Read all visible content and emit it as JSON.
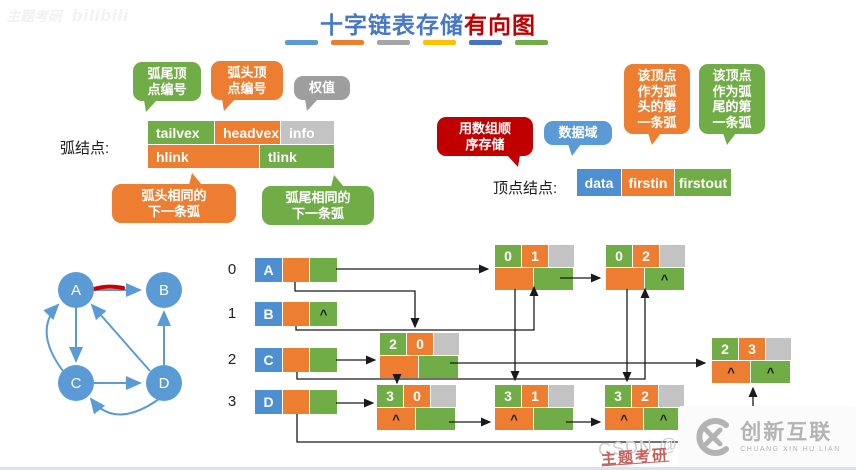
{
  "title": {
    "part1": "十字链表存储",
    "part2": "有向图"
  },
  "legend_bars": [
    "#5B9BD5",
    "#ED7D31",
    "#A5A5A5",
    "#FFC000",
    "#4472C4",
    "#70AD47"
  ],
  "colors": {
    "green": "#70AD47",
    "orange": "#ED7D31",
    "gray": "#C3C3C3",
    "graybubble": "#9E9E9E",
    "blue": "#4D8FD1",
    "nodeblue": "#5B9BD5",
    "red": "#C00000",
    "titleblue": "#4677C8",
    "line": "#1a1a1a"
  },
  "callouts": {
    "tail_vertex": "弧尾顶\n点编号",
    "head_vertex": "弧头顶\n点编号",
    "weight": "权值",
    "same_head_next": "弧头相同的\n下一条弧",
    "same_tail_next": "弧尾相同的\n下一条弧",
    "array_order": "用数组顺\n序存储",
    "data_field": "数据域",
    "first_arc_as_head": "该顶点\n作为弧\n头的第\n一条弧",
    "first_arc_as_tail": "该顶点\n作为弧\n尾的第\n一条弧"
  },
  "arc_node": {
    "label": "弧结点:",
    "tailvex": "tailvex",
    "headvex": "headvex",
    "info": "info",
    "hlink": "hlink",
    "tlink": "tlink"
  },
  "vertex_node": {
    "label": "顶点结点:",
    "data": "data",
    "firstin": "firstin",
    "firstout": "firstout"
  },
  "graph": {
    "nodes": [
      {
        "label": "A"
      },
      {
        "label": "B"
      },
      {
        "label": "C"
      },
      {
        "label": "D"
      }
    ]
  },
  "list": {
    "rows": [
      {
        "index": "0",
        "data": "A",
        "firstin": "",
        "firstout": ""
      },
      {
        "index": "1",
        "data": "B",
        "firstin": "",
        "firstout": "^"
      },
      {
        "index": "2",
        "data": "C",
        "firstin": "",
        "firstout": ""
      },
      {
        "index": "3",
        "data": "D",
        "firstin": "",
        "firstout": ""
      }
    ],
    "arcs": [
      {
        "tailvex": "0",
        "headvex": "1",
        "info": "",
        "hlink": "",
        "tlink": ""
      },
      {
        "tailvex": "0",
        "headvex": "2",
        "info": "",
        "hlink": "",
        "tlink": "^"
      },
      {
        "tailvex": "2",
        "headvex": "0",
        "info": "",
        "hlink": "",
        "tlink": ""
      },
      {
        "tailvex": "2",
        "headvex": "3",
        "info": "",
        "hlink": "^",
        "tlink": "^"
      },
      {
        "tailvex": "3",
        "headvex": "0",
        "info": "",
        "hlink": "^",
        "tlink": ""
      },
      {
        "tailvex": "3",
        "headvex": "1",
        "info": "^",
        "hlink": "",
        "tlink": ""
      },
      {
        "tailvex": "3",
        "headvex": "2",
        "info": "",
        "hlink": "^",
        "tlink": "^"
      }
    ]
  },
  "watermarks": {
    "top_left_1": "主题考研",
    "top_left_2": "bilibili",
    "csdn": "CSDN @",
    "author": "主题考研",
    "logo_name": "创新互联",
    "logo_sub": "CHUANG XIN HU LIAN"
  }
}
